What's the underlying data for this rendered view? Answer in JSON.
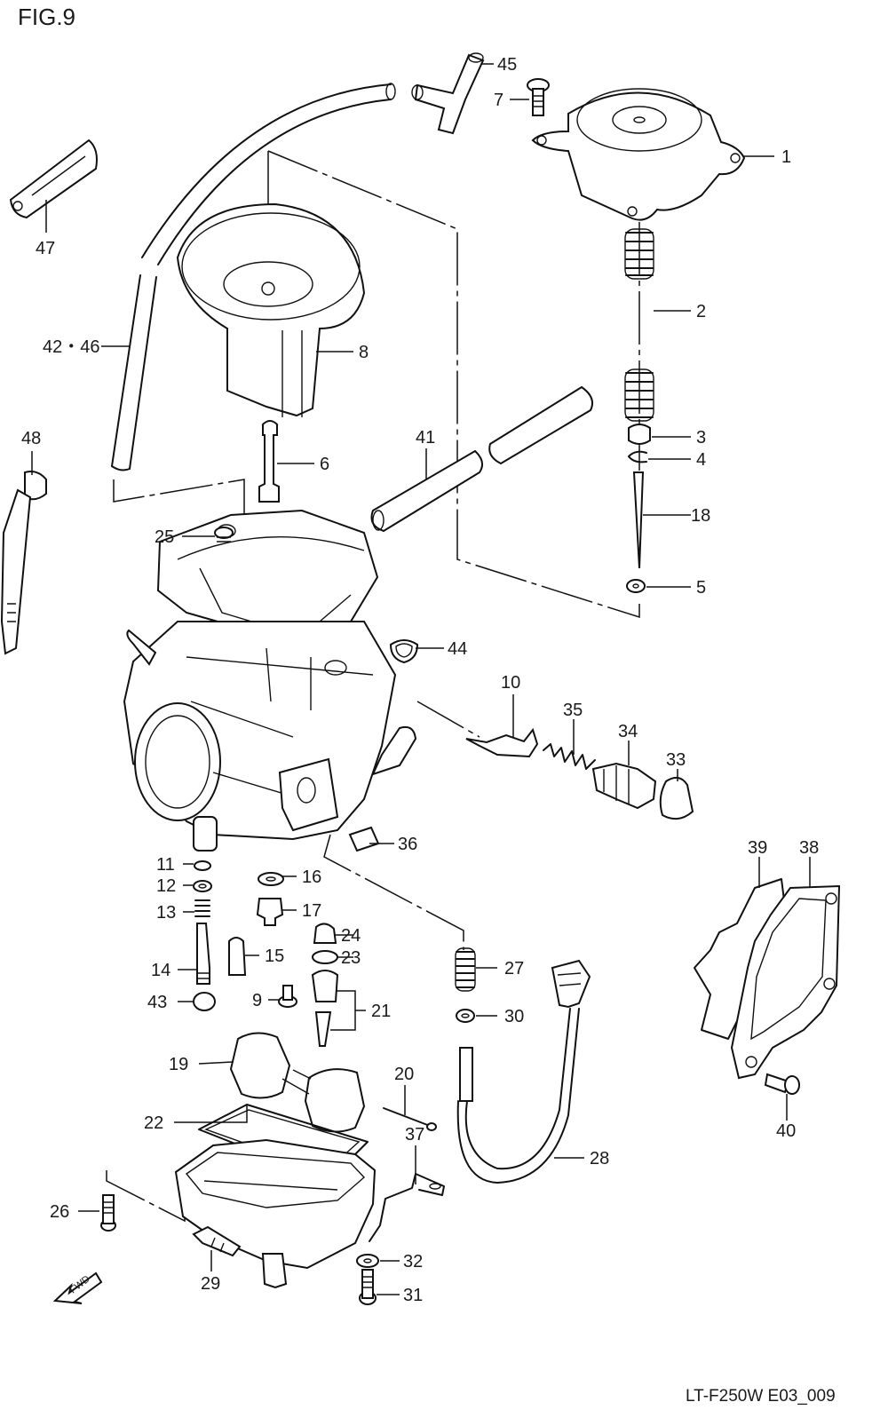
{
  "figure_title": "FIG.9",
  "diagram_code": "LT-F250W E03_009",
  "fwd_label": "FWD",
  "callouts": {
    "p1": "1",
    "p2": "2",
    "p3": "3",
    "p4": "4",
    "p5": "5",
    "p6": "6",
    "p7": "7",
    "p8": "8",
    "p9": "9",
    "p10": "10",
    "p11": "11",
    "p12": "12",
    "p13": "13",
    "p14": "14",
    "p15": "15",
    "p16": "16",
    "p17": "17",
    "p18": "18",
    "p19": "19",
    "p20": "20",
    "p21": "21",
    "p22": "22",
    "p23": "23",
    "p24": "24",
    "p25": "25",
    "p26": "26",
    "p27": "27",
    "p28": "28",
    "p29": "29",
    "p30": "30",
    "p31": "31",
    "p32": "32",
    "p33": "33",
    "p34": "34",
    "p35": "35",
    "p36": "36",
    "p37": "37",
    "p38": "38",
    "p39": "39",
    "p40": "40",
    "p41": "41",
    "p42_46": "42・46",
    "p43": "43",
    "p44": "44",
    "p45": "45",
    "p47": "47",
    "p48": "48"
  }
}
